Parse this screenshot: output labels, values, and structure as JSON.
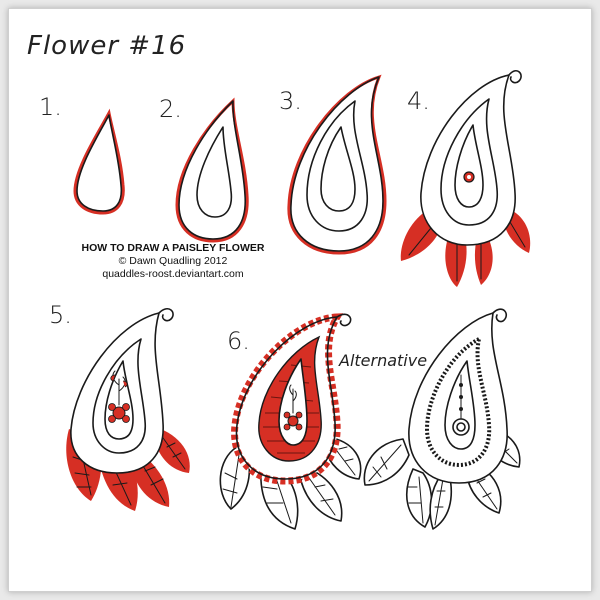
{
  "title": "Flower #16",
  "steps": [
    "1.",
    "2.",
    "3.",
    "4.",
    "5.",
    "6."
  ],
  "alternative_label": "Alternative",
  "credits": {
    "line1": "HOW TO DRAW A PAISLEY FLOWER",
    "line2": "© Dawn Quadling 2012",
    "line3": "quaddles-roost.deviantart.com"
  },
  "colors": {
    "red": "#d62f24",
    "ink": "#1a1a1a",
    "paper": "#ffffff"
  }
}
